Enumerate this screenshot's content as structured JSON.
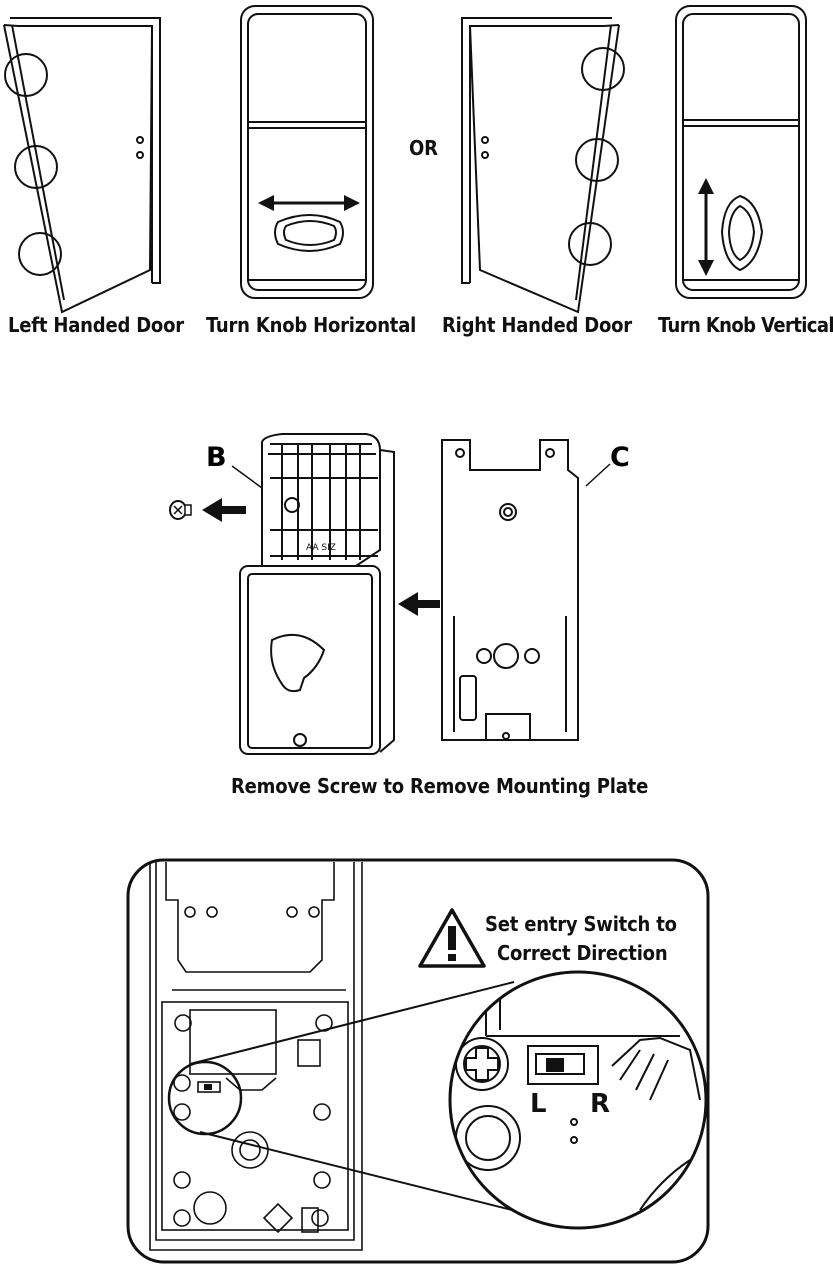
{
  "section1": {
    "captions": {
      "left_door": "Left Handed Door",
      "knob_horizontal": "Turn Knob Horizontal",
      "or": "OR",
      "right_door": "Right Handed Door",
      "knob_vertical": "Turn Knob Vertical"
    }
  },
  "section2": {
    "label_b": "B",
    "label_c": "C",
    "battery_text": "AA SIZ",
    "caption": "Remove Screw to Remove Mounting Plate"
  },
  "section3": {
    "warning_line1": "Set entry Switch to",
    "warning_line2": "Correct Direction",
    "switch_left": "L",
    "switch_right": "R"
  }
}
